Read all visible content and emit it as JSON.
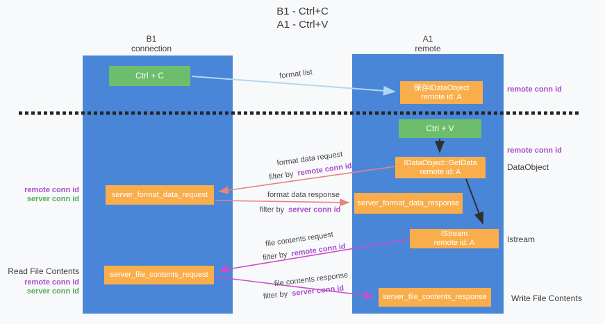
{
  "title": {
    "line1": "B1 - Ctrl+C",
    "line2": "A1 - Ctrl+V"
  },
  "lanes": {
    "left": {
      "title": "B1",
      "subtitle": "connection"
    },
    "right": {
      "title": "A1",
      "subtitle": "remote"
    }
  },
  "nodes": {
    "ctrl_c": {
      "label": "Ctrl + C"
    },
    "ctrl_v": {
      "label": "Ctrl + V"
    },
    "save_idataobject": {
      "line1": "保存IDataObject",
      "line2": "remote id: A"
    },
    "getdata": {
      "line1": "IDataObject::GetData",
      "line2": "remote id: A"
    },
    "istream": {
      "line1": "IStream",
      "line2": "remote id: A"
    },
    "server_format_data_request": {
      "label": "server_format_data_request"
    },
    "server_format_data_response": {
      "label": "server_format_data_response"
    },
    "server_file_contents_request": {
      "label": "server_file_contents_request"
    },
    "server_file_contents_response": {
      "label": "server_file_contents_response"
    }
  },
  "flow_labels": {
    "format_list": "format list",
    "format_data_request": "format data request",
    "format_data_response": "format data response",
    "file_contents_request": "file contents request",
    "file_contents_response": "file contents response",
    "filter_by": "filter by"
  },
  "side_labels": {
    "remote_conn_id": "remote conn id",
    "server_conn_id": "server conn id",
    "dataobject": "DataObject",
    "istream": "Istream",
    "read_file_contents": "Read File Contents",
    "write_file_contents": "Write File Contents"
  },
  "colors": {
    "lane_blue": "#4A86D8",
    "node_green": "#6CBE6C",
    "node_orange": "#F9AE4B",
    "arrow_light_blue": "#AFD8F2",
    "arrow_salmon": "#E8837D",
    "arrow_magenta": "#CC4CCC",
    "arrow_black": "#2F2F2F",
    "dashed_line": "#262626",
    "label_purple": "#A750C8",
    "label_green": "#55AE55"
  }
}
